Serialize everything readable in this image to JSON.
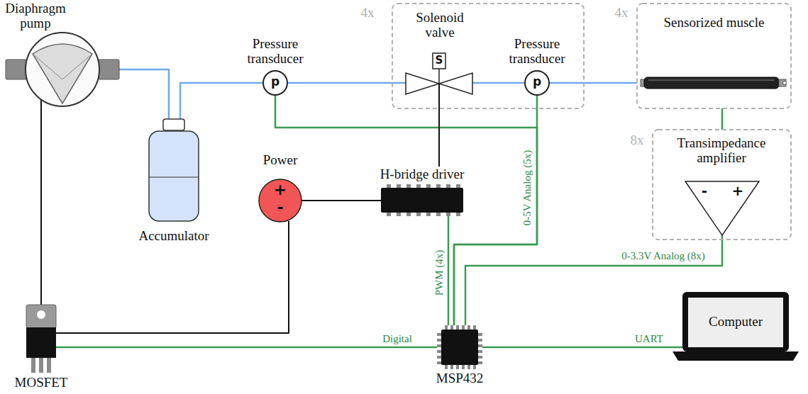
{
  "diagram": {
    "nodes": [
      {
        "text": [
          "Diaphragm pump"
        ]
      },
      {
        "text": [
          "Accumulator"
        ]
      },
      {
        "text": [
          "Pressure transducer",
          "p"
        ]
      },
      {
        "text": [
          "4x"
        ]
      },
      {
        "text": [
          "Solenoid valve",
          "S"
        ],
        "in": 3
      },
      {
        "text": [
          "Pressure transducer",
          "p"
        ],
        "in": 3
      },
      {
        "text": [
          "4x",
          "Sensorized muscle"
        ]
      },
      {
        "text": [
          "8x",
          "Transimpedance amplifier",
          "-",
          "+"
        ]
      },
      {
        "text": [
          "Power",
          "+",
          "-"
        ]
      },
      {
        "text": [
          "H-bridge driver"
        ]
      },
      {
        "text": [
          "MSP432"
        ]
      },
      {
        "text": [
          "MOSFET"
        ]
      },
      {
        "text": [
          "Computer"
        ]
      }
    ],
    "edges": [
      {
        "from": 0,
        "to": 1,
        "arrow": "none"
      },
      {
        "from": 1,
        "to": 2,
        "arrow": "none"
      },
      {
        "from": 2,
        "to": 4,
        "arrow": "none"
      },
      {
        "from": 4,
        "to": 5,
        "arrow": "none"
      },
      {
        "from": 5,
        "to": 6,
        "arrow": "none"
      },
      {
        "from": 2,
        "to": 10,
        "arrow": "none"
      },
      {
        "from": 5,
        "to": 10,
        "label": "0-5V Analog (5x)",
        "arrow": "none"
      },
      {
        "from": 4,
        "to": 9,
        "arrow": "none"
      },
      {
        "from": 8,
        "to": 9,
        "arrow": "none"
      },
      {
        "from": 9,
        "to": 10,
        "label": "PWM (4x)",
        "arrow": "none"
      },
      {
        "from": 6,
        "to": 7,
        "arrow": "none"
      },
      {
        "from": 7,
        "to": 10,
        "label": "0-3.3V Analog (8x)",
        "arrow": "none"
      },
      {
        "from": 0,
        "to": 11,
        "arrow": "none"
      },
      {
        "from": 8,
        "to": 11,
        "arrow": "none"
      },
      {
        "from": 11,
        "to": 10,
        "label": "Digital",
        "arrow": "none"
      },
      {
        "from": 10,
        "to": 12,
        "label": "UART",
        "arrow": "none"
      }
    ]
  }
}
